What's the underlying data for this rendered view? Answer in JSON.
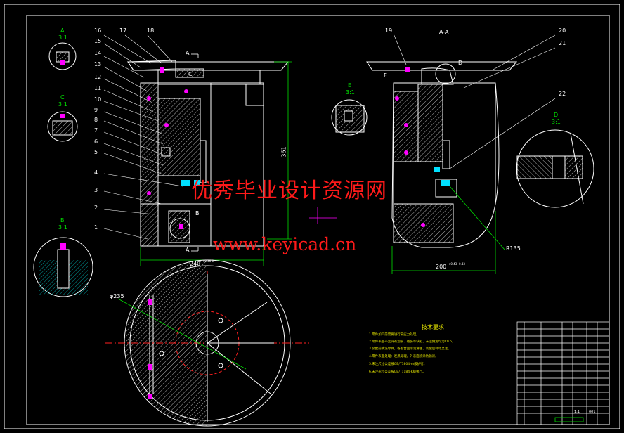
{
  "drawing": {
    "part_numbers_left": [
      "16",
      "17",
      "18",
      "15",
      "14",
      "13",
      "12",
      "11",
      "10",
      "9",
      "8",
      "7",
      "6",
      "5",
      "4",
      "3",
      "2",
      "1"
    ],
    "part_numbers_right": [
      "19",
      "20",
      "21",
      "22"
    ],
    "section_labels": {
      "a_left": "A",
      "a_scale": "3:1",
      "c_left": "C",
      "c_scale": "3:1",
      "b_left": "B",
      "b_scale": "3:1",
      "e_label": "E",
      "e_scale": "3:1",
      "d_label": "D",
      "d_scale": "3:1",
      "aa_title": "A-A",
      "e_marker": "E",
      "d_marker": "D",
      "c_marker": "C",
      "b_marker": "B",
      "a_marker_top": "A",
      "a_marker_bottom": "A"
    },
    "dimensions": {
      "width_left": "240",
      "width_left_tol": "+0.46 0",
      "height_left": "361",
      "width_right": "200",
      "width_right_tol": "+0.43 -0.43",
      "radius_right": "R135",
      "diameter_bottom": "φ235"
    },
    "watermark": {
      "cn": "优秀毕业设计资源网",
      "url": "www.keyicad.cn"
    },
    "requirements": {
      "title": "技术要求",
      "lines": [
        "1.零件加工前需要进行去应力处理。",
        "2.零件表面不允许有划痕、碰伤等缺陷，未注倒角均为C0.5。",
        "3.装配前清洗零件，各配合面涂润滑油，装配后转动灵活。",
        "4.零件表面处理：发黑处理，外表面喷涂防锈漆。",
        "5.未注尺寸公差按GB/T1804-m级执行。",
        "6.未注形位公差按GB/T1184-K级执行。"
      ]
    },
    "title_block": {
      "sheet": "1:1",
      "number": "001"
    },
    "colors": {
      "background": "#000000",
      "lines": "#ffffff",
      "dimension": "#00e000",
      "centerline": "#ff2020",
      "hatch": "#ffffff",
      "accent_cyan": "#00e0ff",
      "accent_magenta": "#ff00ff",
      "watermark": "#ff1a1a"
    }
  }
}
